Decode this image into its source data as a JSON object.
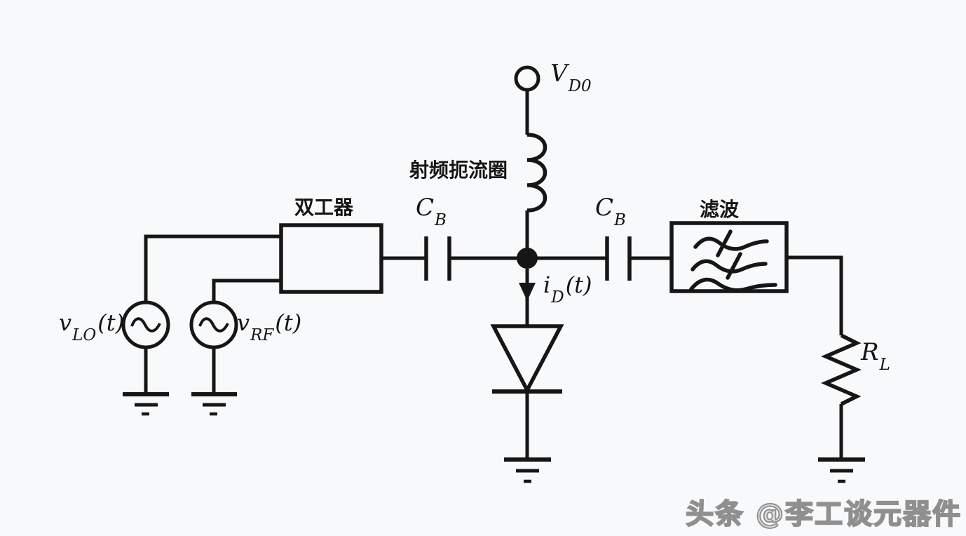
{
  "colors": {
    "background": "#f8f9fb",
    "line": "#161616",
    "watermark_fill": "#e3e3e3",
    "watermark_stroke": "#8f8f8f"
  },
  "labels": {
    "supply": {
      "main": "V",
      "sub": "D0",
      "tail": ""
    },
    "rf_choke": {
      "text": "射频扼流圈"
    },
    "duplexer": {
      "text": "双工器"
    },
    "cap_left": {
      "main": "C",
      "sub": "B",
      "tail": ""
    },
    "cap_right": {
      "main": "C",
      "sub": "B",
      "tail": ""
    },
    "filter": {
      "text": "滤波"
    },
    "diode_current": {
      "main": "i",
      "sub": "D",
      "tail": "(t)"
    },
    "source_lo": {
      "main": "v",
      "sub": "LO",
      "tail": "(t)"
    },
    "source_rf": {
      "main": "v",
      "sub": "RF",
      "tail": "(t)"
    },
    "load": {
      "main": "R",
      "sub": "L",
      "tail": ""
    }
  },
  "watermark": {
    "text": "头条 @李工谈元器件"
  }
}
